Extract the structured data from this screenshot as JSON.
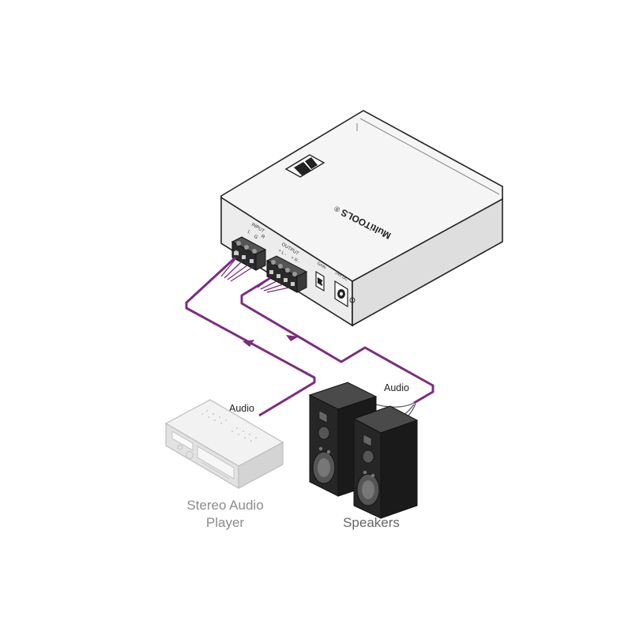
{
  "device": {
    "brand": "MultiTOOLS",
    "registered_mark": "®",
    "input_label": "INPUT",
    "input_pins": [
      "L",
      "G",
      "R"
    ],
    "output_label": "OUTPUT",
    "output_pins": [
      "+ L -",
      "+ R -"
    ],
    "gain_label": "GAIN",
    "power_label": "24V DC"
  },
  "connections": {
    "input_audio_label": "Audio",
    "output_audio_label": "Audio"
  },
  "source": {
    "caption_line1": "Stereo Audio",
    "caption_line2": "Player"
  },
  "sink": {
    "caption": "Speakers"
  },
  "colors": {
    "cable": "#7b2d7e",
    "device_body": "#e9e9e9",
    "device_top": "#f4f4f4",
    "speaker_cabinet": "#2d2d2d",
    "player_body": "#dcdcdc"
  }
}
